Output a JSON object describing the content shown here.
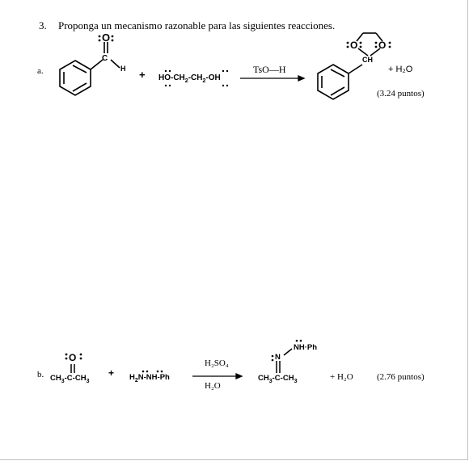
{
  "question": {
    "number": "3.",
    "text": "Proponga un mecanismo razonable para las siguientes reacciones."
  },
  "reaction_a": {
    "label": "a.",
    "reactant1_carbonyl_o": "O",
    "reactant1_c": "C",
    "reactant1_h": "H",
    "plus": "+",
    "reactant2": "HO-CH2-CH2-OH",
    "reagent": "TsO—H",
    "product_o_left": "O",
    "product_o_right": "O",
    "product_ch": "CH",
    "byproduct": "+ H₂O",
    "points": "(3.24 puntos)"
  },
  "reaction_b": {
    "label": "b.",
    "reactant1_o": "O",
    "reactant1": "CH3-C-CH3",
    "plus": "+",
    "reactant2": "H2N-NH-Ph",
    "reagent_top": "H₂SO₄",
    "reagent_bottom": "H₂O",
    "product_n": "N",
    "product_nhph": "NH-Ph",
    "product": "CH3-C-CH3",
    "byproduct": "+ H₂O",
    "points": "(2.76 puntos)"
  }
}
